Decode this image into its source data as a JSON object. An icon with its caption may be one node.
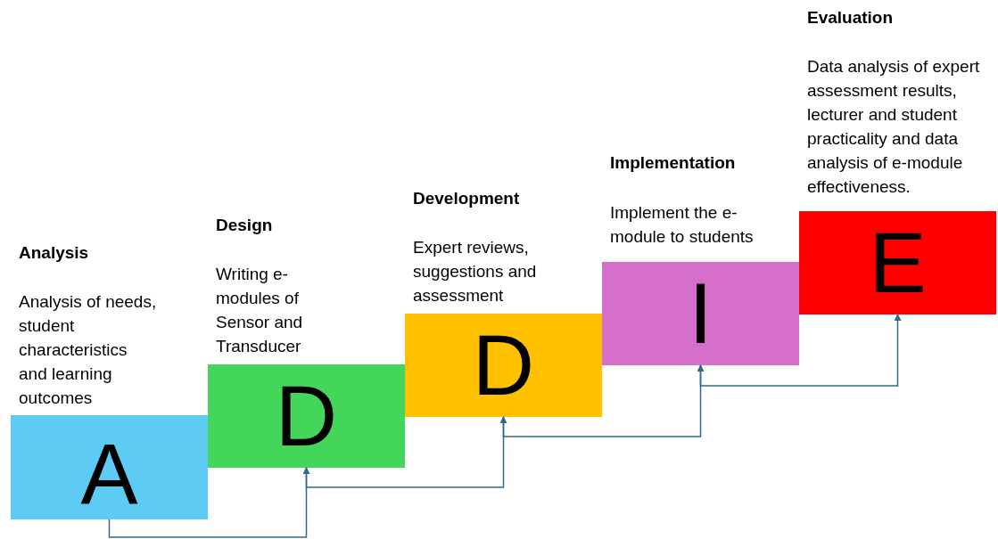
{
  "diagram": {
    "nodes": [
      {
        "text": [
          "A"
        ],
        "beside": [
          "Analysis",
          "Analysis of needs, student characteristics and learning outcomes"
        ]
      },
      {
        "text": [
          "D"
        ],
        "beside": [
          "Design",
          "Writing e-modules of Sensor and Transducer"
        ]
      },
      {
        "text": [
          "D"
        ],
        "beside": [
          "Development",
          "Expert reviews, suggestions and assessment"
        ]
      },
      {
        "text": [
          "I"
        ],
        "beside": [
          "Implementation",
          "Implement the e-module to students"
        ]
      },
      {
        "text": [
          "E"
        ],
        "beside": [
          "Evaluation",
          "Data analysis of expert assessment results, lecturer and student practicality and data analysis of e-module effectiveness."
        ]
      }
    ],
    "edges": [
      {
        "from": 0,
        "to": 1,
        "arrow": "to"
      },
      {
        "from": 1,
        "to": 2,
        "arrow": "to"
      },
      {
        "from": 2,
        "to": 3,
        "arrow": "to"
      },
      {
        "from": 3,
        "to": 4,
        "arrow": "to"
      }
    ]
  }
}
